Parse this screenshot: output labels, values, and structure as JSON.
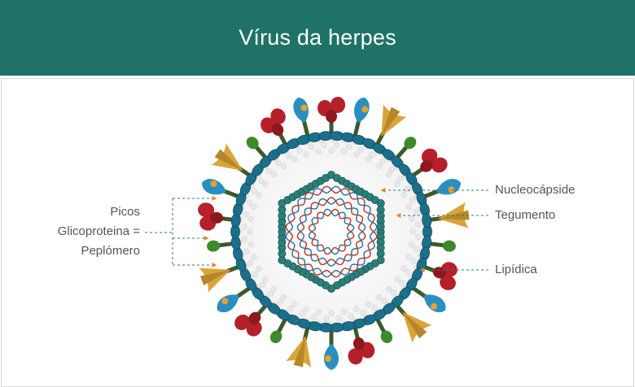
{
  "title": "Vírus da herpes",
  "labels": {
    "left_line1": "Picos",
    "left_line2": "Glicoproteina =",
    "left_line3": "Peplómero",
    "nucleocapside": "Nucleocápside",
    "tegumento": "Tegumento",
    "lipidica": "Lipídica"
  },
  "colors": {
    "header": "#1f7366",
    "envelope": "#1b6f8a",
    "capsid": "#2b7f7b",
    "leader_line": "#2d7b6d",
    "arrow": "#e08a2c",
    "spike_red": "#b5202a",
    "spike_blue": "#2a8fc0",
    "spike_gold": "#d9a43a",
    "spike_green": "#3d8a2a"
  }
}
